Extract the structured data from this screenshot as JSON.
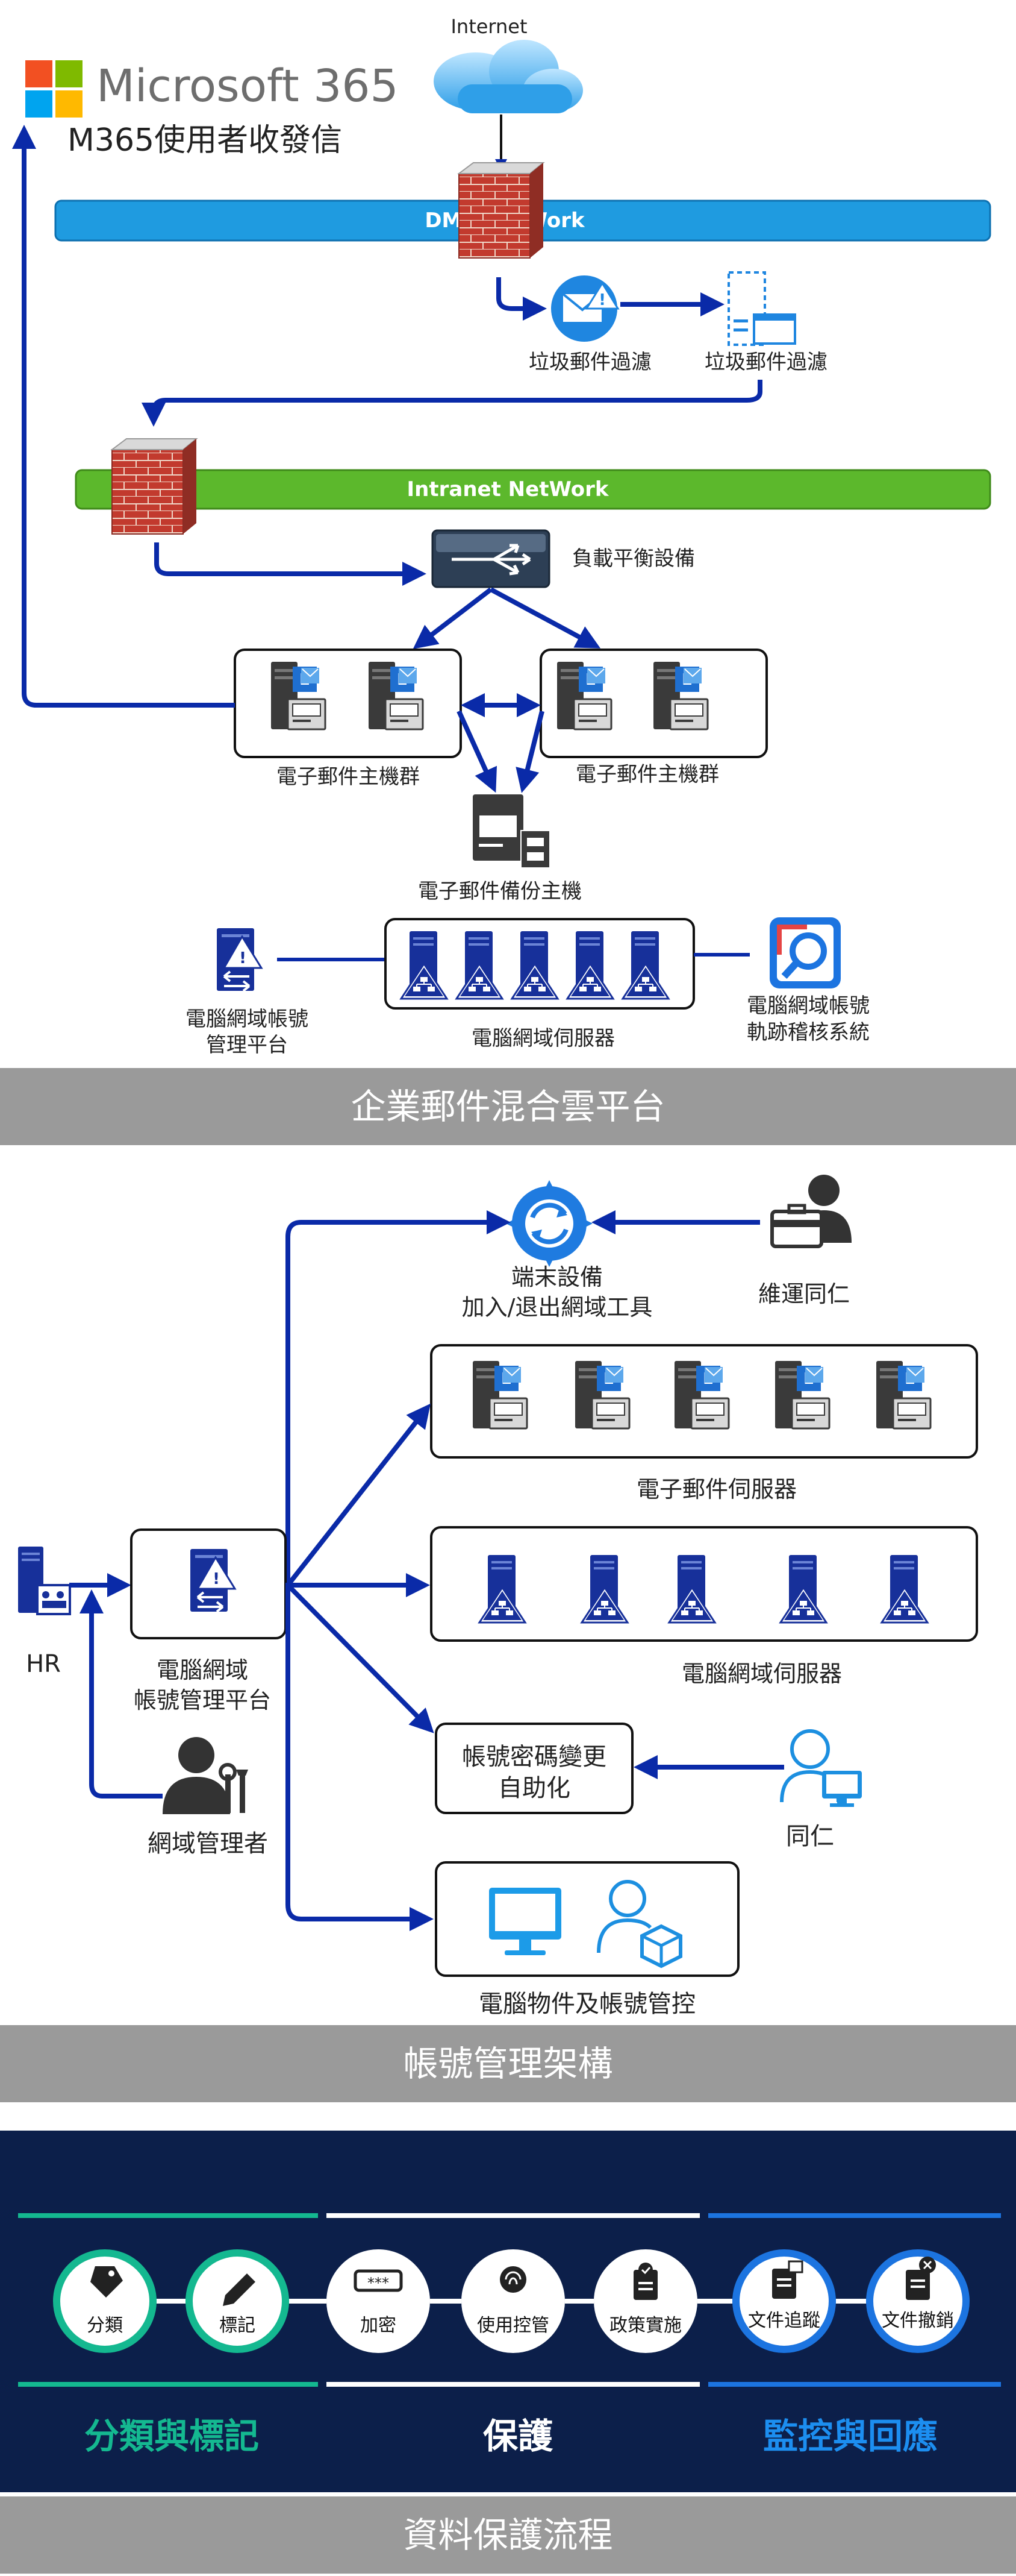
{
  "section1": {
    "brand": "Microsoft 365",
    "subtitle": "M365使用者收發信",
    "internet": "Internet",
    "dmz_label": "DMZ NetWork",
    "intranet_label": "Intranet NetWork",
    "spam_filter_1": "垃圾郵件過濾",
    "spam_filter_2": "垃圾郵件過濾",
    "load_balancer": "負載平衡設備",
    "mail_cluster_1": "電子郵件主機群",
    "mail_cluster_2": "電子郵件主機群",
    "mail_backup": "電子郵件備份主機",
    "ad_account_platform": [
      "電腦網域帳號",
      "管理平台"
    ],
    "ad_servers": "電腦網域伺服器",
    "ad_audit": [
      "電腦網域帳號",
      "軌跡稽核系統"
    ],
    "title": "企業郵件混合雲平台"
  },
  "section2": {
    "endpoint_tool": [
      "端末設備",
      "加入/退出網域工具"
    ],
    "ops_staff": "維運同仁",
    "mail_servers": "電子郵件伺服器",
    "hr": "HR",
    "ad_platform": [
      "電腦網域",
      "帳號管理平台"
    ],
    "ad_servers": "電腦網域伺服器",
    "password_self": [
      "帳號密碼變更",
      "自助化"
    ],
    "colleague": "同仁",
    "domain_admin": "網域管理者",
    "object_control": "電腦物件及帳號管控",
    "title": "帳號管理架構"
  },
  "section3": {
    "steps": [
      "分類",
      "標記",
      "加密",
      "使用控管",
      "政策實施",
      "文件追蹤",
      "文件撤銷"
    ],
    "groups": [
      "分類與標記",
      "保護",
      "監控與回應"
    ],
    "title": "資料保護流程"
  },
  "colors": {
    "arrow": "#0a2aa8",
    "banner_gray": "#9a9a9a",
    "dmz_blue": "#1f9be0",
    "intranet_green": "#5cb82c",
    "navy": "#0c1f4a",
    "teal": "#14b890",
    "blue": "#1c74e0",
    "ms_red": "#f25022",
    "ms_green": "#7fba00",
    "ms_blue": "#00a4ef",
    "ms_yellow": "#ffb900"
  }
}
